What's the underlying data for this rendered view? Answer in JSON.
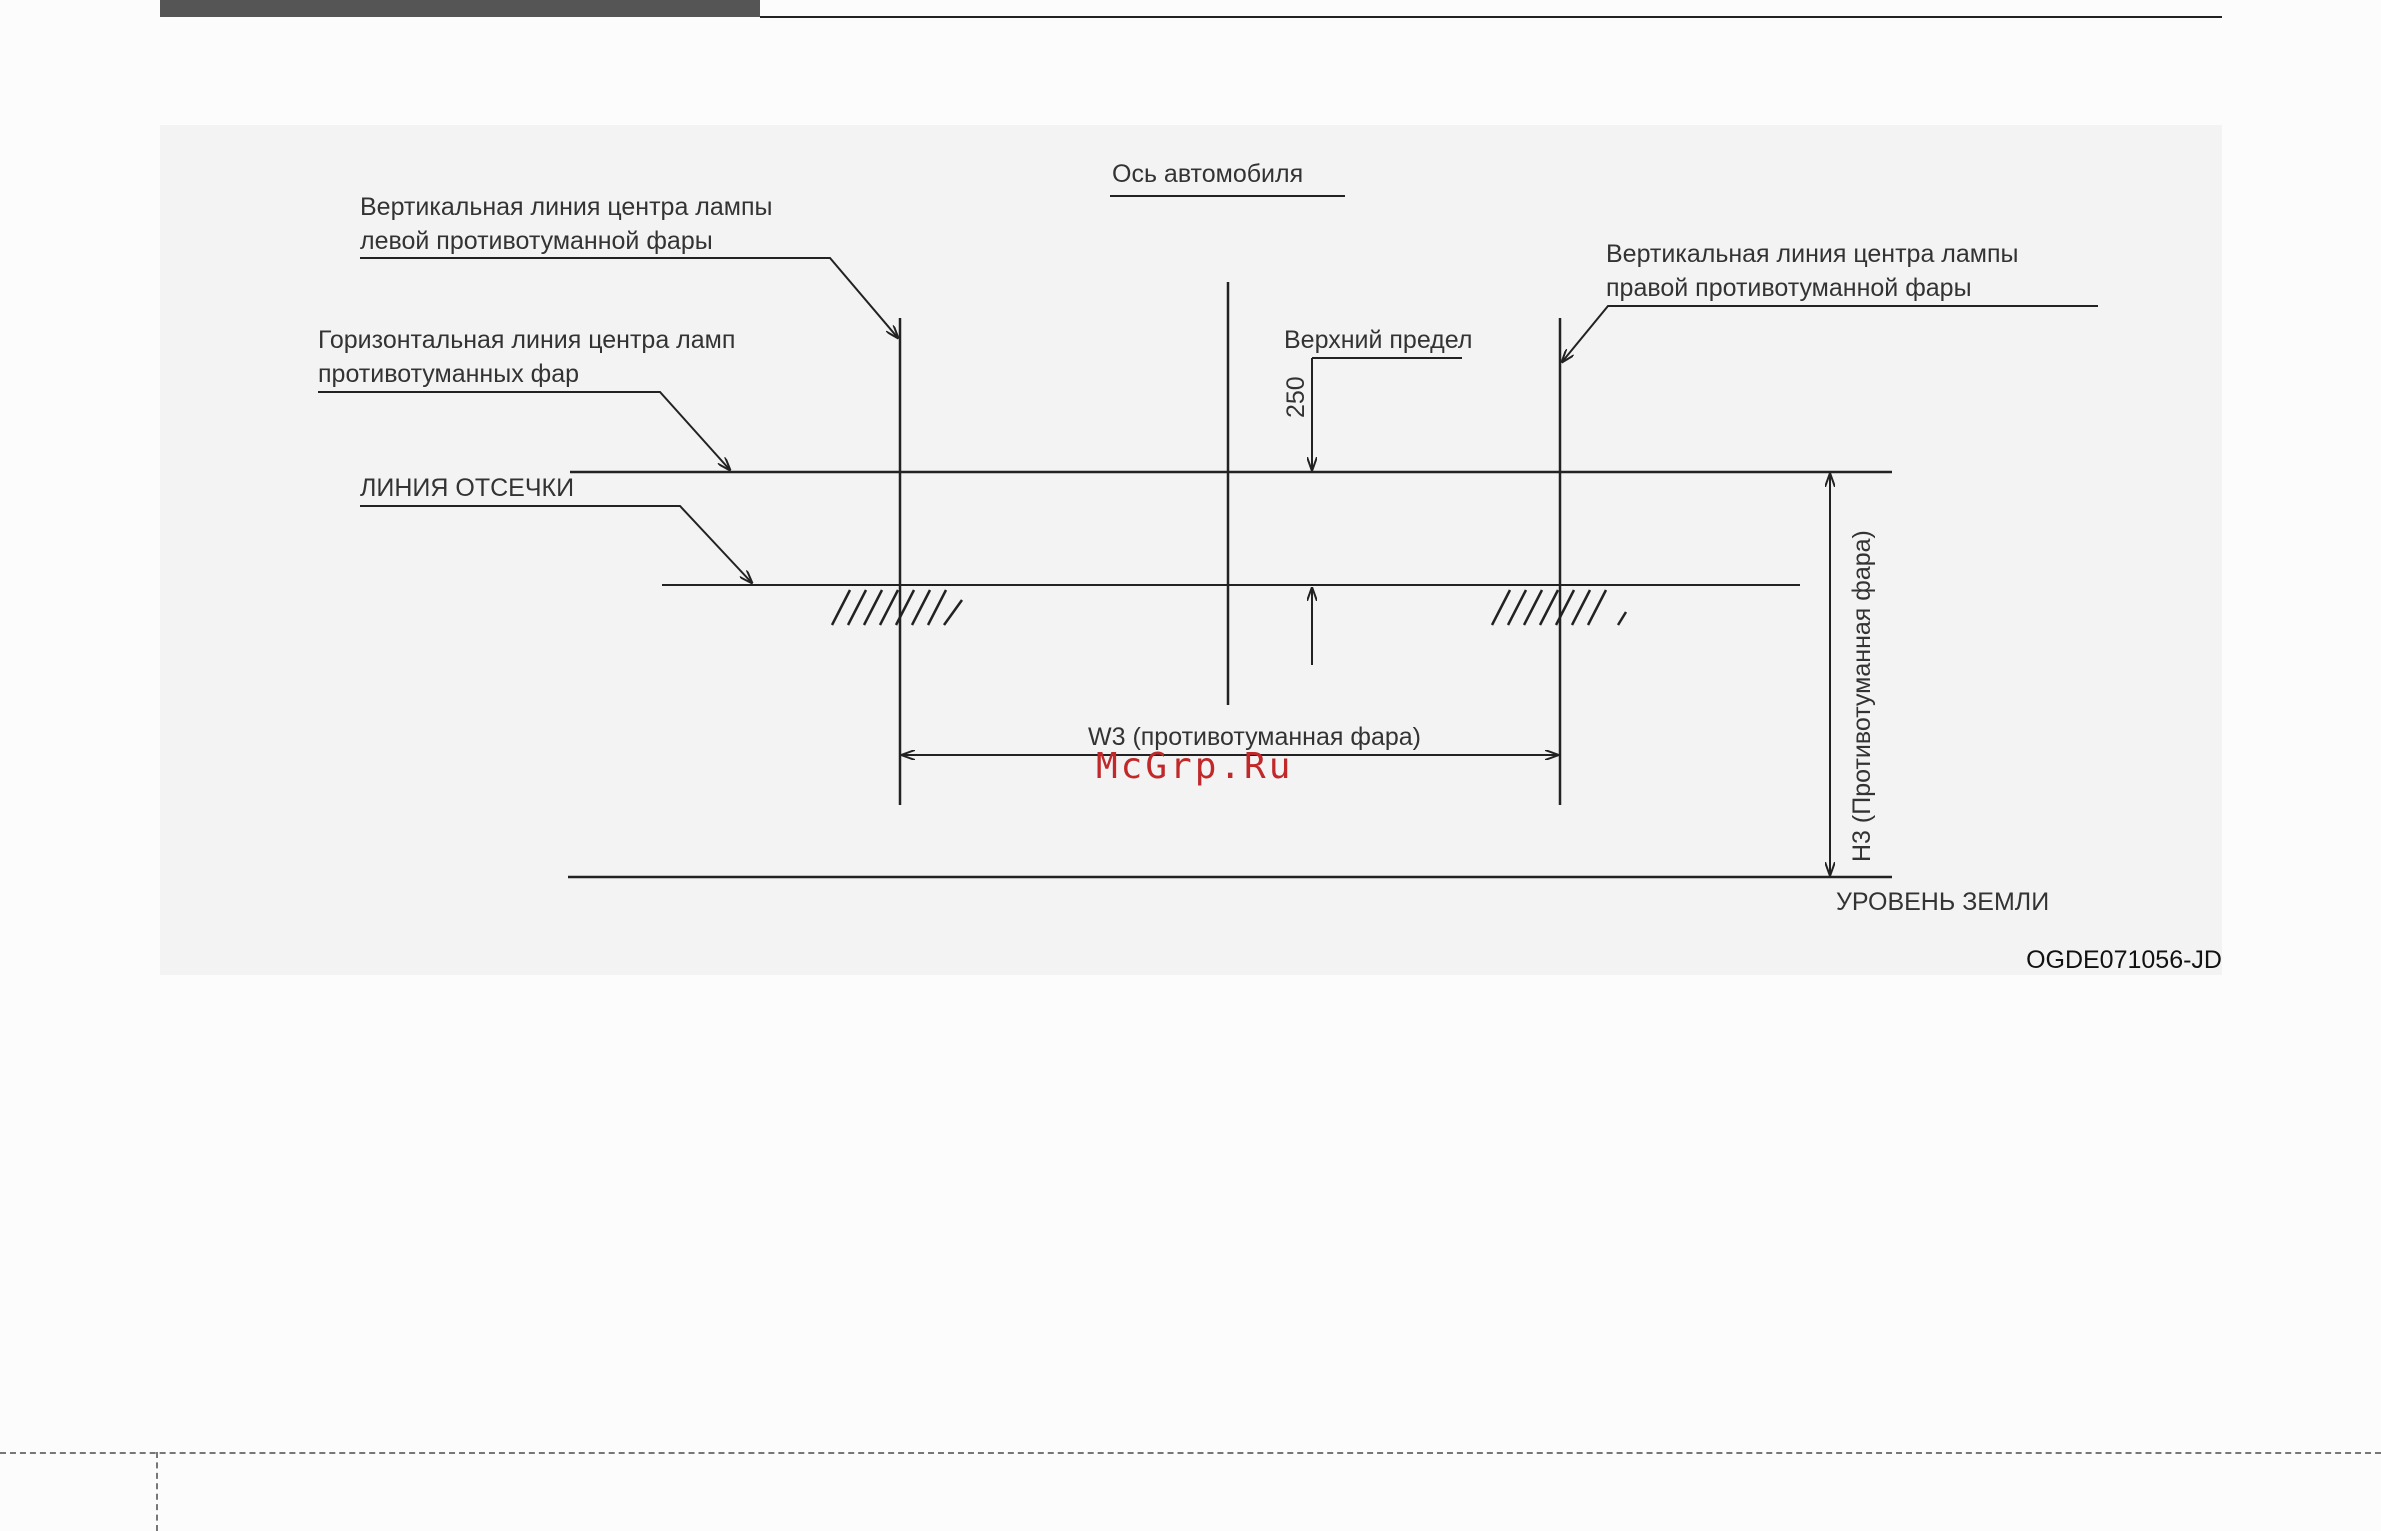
{
  "figure": {
    "labels": {
      "vehicle_axis": "Ось автомобиля",
      "left_vertical_line_1": "Вертикальная линия центра лампы",
      "left_vertical_line_2": "левой противотуманной фары",
      "right_vertical_line_1": "Вертикальная линия центра лампы",
      "right_vertical_line_2": "правой противотуманной фары",
      "horizontal_line_1": "Горизонтальная линия центра ламп",
      "horizontal_line_2": "противотуманных фар",
      "cutoff_line": "ЛИНИЯ ОТСЕЧКИ",
      "upper_limit": "Верхний предел",
      "dimension_250": "250",
      "w3": "W3 (противотуманная фара)",
      "h3": "H3 (Противотуманная фара)",
      "ground_level": "УРОВЕНЬ ЗЕМЛИ"
    },
    "figure_code": "OGDE071056-JD",
    "watermark": "McGrp.Ru"
  },
  "colors": {
    "panel_background": "#f3f3f3",
    "line": "#222222",
    "text": "#333333",
    "watermark": "#c0282a"
  }
}
